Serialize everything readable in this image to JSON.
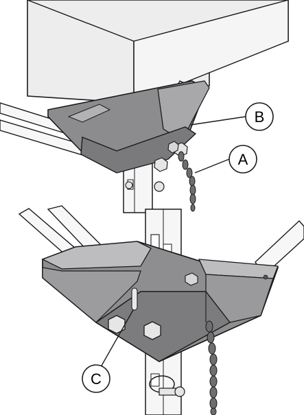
{
  "diagram": {
    "callouts": [
      {
        "id": "B",
        "label": "B"
      },
      {
        "id": "A",
        "label": "A"
      },
      {
        "id": "C",
        "label": "C"
      }
    ],
    "colors": {
      "bracket_dark": "#7e7e80",
      "bracket_mid": "#a3a3a5",
      "bracket_light": "#c6c6c8",
      "hopper": "#ececed",
      "frame_white": "#f7f7f7",
      "outline": "#1a1a1a"
    }
  }
}
